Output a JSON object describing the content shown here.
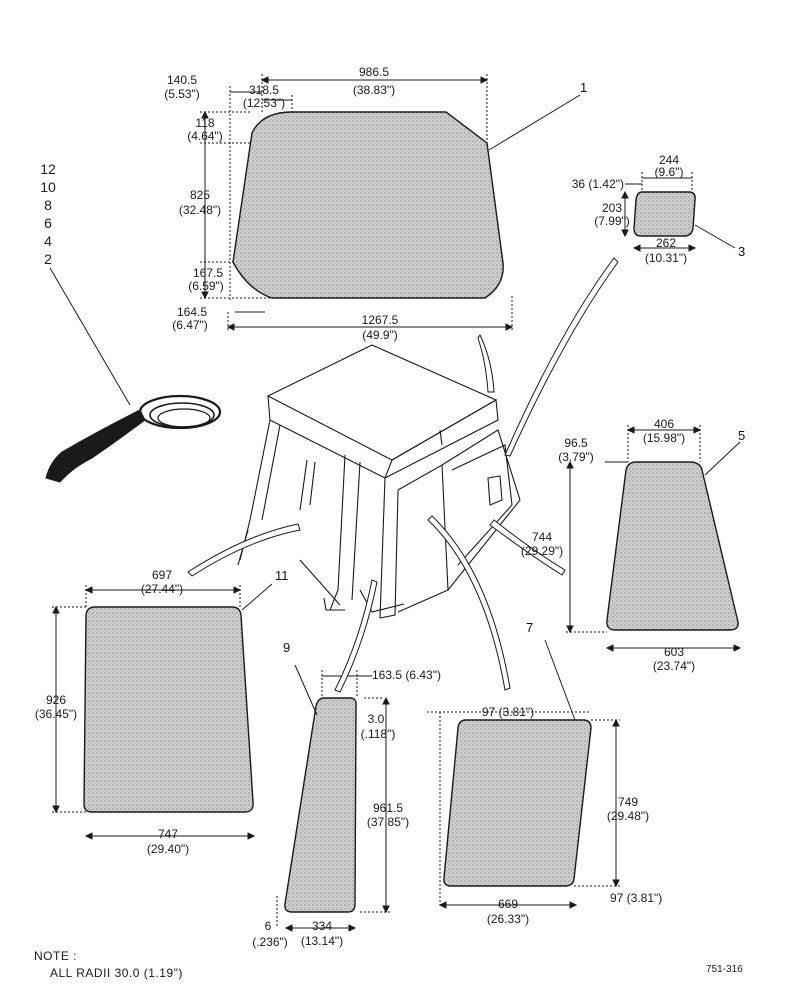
{
  "part_numbers": {
    "p1": "1",
    "p3": "3",
    "p5": "5",
    "p7": "7",
    "p9": "9",
    "p11": "11"
  },
  "quantity_list": [
    "12",
    "10",
    "8",
    "6",
    "4",
    "2"
  ],
  "glass_1": {
    "top_width": "986.5",
    "top_width_in": "(38.83\")",
    "left_offset": "140.5",
    "left_offset_in": "(5.53\")",
    "chamfer_width": "318.5",
    "chamfer_width_in": "(12.53\")",
    "chamfer_height": "118",
    "chamfer_height_in": "(4.64\")",
    "height": "825",
    "height_in": "(32.48\")",
    "lower_chamfer_height": "167.5",
    "lower_chamfer_height_in": "(6.59\")",
    "bottom_offset": "164.5",
    "bottom_offset_in": "(6.47\")",
    "bottom_width": "1267.5",
    "bottom_width_in": "(49.9\")"
  },
  "glass_3": {
    "top_width": "244",
    "top_width_in": "(9.6\")",
    "offset": "36 (1.42\")",
    "height": "203",
    "height_in": "(7.99\")",
    "bottom_width": "262",
    "bottom_width_in": "(10.31\")"
  },
  "glass_5": {
    "top_width": "406",
    "top_width_in": "(15.98\")",
    "offset": "96.5",
    "offset_in": "(3.79\")",
    "height": "744",
    "height_in": "(29.29\")",
    "bottom_width": "603",
    "bottom_width_in": "(23.74\")"
  },
  "glass_11": {
    "top_width": "697",
    "top_width_in": "(27.44\")",
    "height": "926",
    "height_in": "(36.45\")",
    "bottom_width": "747",
    "bottom_width_in": "(29.40\")"
  },
  "glass_9": {
    "top_width": "163.5 (6.43\")",
    "top_drop": "3.0",
    "top_drop_in": "(.118\")",
    "height": "961.5",
    "height_in": "(37.85\")",
    "bottom_offset": "6",
    "bottom_offset_in": "(.236\")",
    "bottom_width": "334",
    "bottom_width_in": "(13.14\")"
  },
  "glass_7": {
    "top_offset": "97 (3.81\")",
    "height": "749",
    "height_in": "(29.48\")",
    "bottom_offset": "97 (3.81\")",
    "bottom_width": "669",
    "bottom_width_in": "(26.33\")"
  },
  "note": {
    "heading": "NOTE :",
    "text": "ALL RADII 30.0 (1.19\")"
  },
  "drawing_ref": "751-316",
  "colors": {
    "line": "#1a1a1a",
    "glass_fill": "#bdbdbd",
    "background": "#ffffff"
  }
}
